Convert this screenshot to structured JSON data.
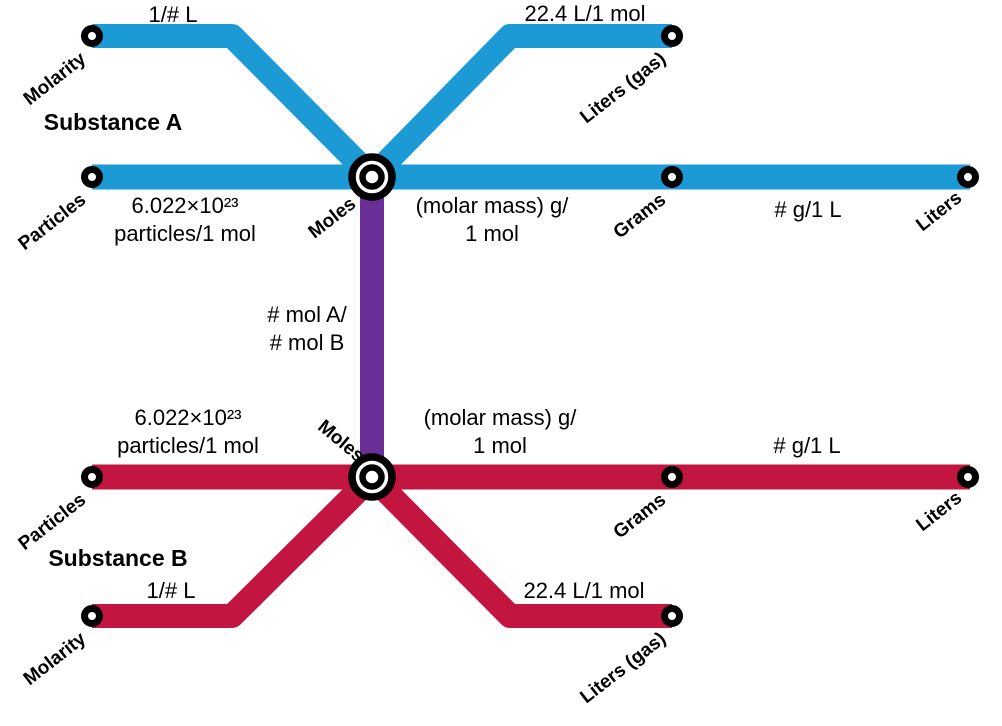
{
  "diagram": {
    "colors": {
      "line_a": "#1b9ad5",
      "line_b": "#c2153f",
      "link": "#6a2f97"
    },
    "substance_a": {
      "title": "Substance A",
      "stations": {
        "molarity": "Molarity",
        "particles": "Particles",
        "moles": "Moles",
        "grams": "Grams",
        "liters": "Liters",
        "liters_gas": "Liters (gas)"
      },
      "edges": {
        "molarity_moles": "1/# L",
        "moles_liters_gas": "22.4 L/1 mol",
        "particles_moles_line1": "6.022×10²³",
        "particles_moles_line2": "particles/1 mol",
        "moles_grams_line1": "(molar mass) g/",
        "moles_grams_line2": "1 mol",
        "grams_liters": "# g/1 L"
      }
    },
    "substance_b": {
      "title": "Substance B",
      "stations": {
        "molarity": "Molarity",
        "particles": "Particles",
        "moles": "Moles",
        "grams": "Grams",
        "liters": "Liters",
        "liters_gas": "Liters (gas)"
      },
      "edges": {
        "molarity_moles": "1/# L",
        "moles_liters_gas": "22.4 L/1 mol",
        "particles_moles_line1": "6.022×10²³",
        "particles_moles_line2": "particles/1 mol",
        "moles_grams_line1": "(molar mass) g/",
        "moles_grams_line2": "1 mol",
        "grams_liters": "# g/1 L"
      }
    },
    "link": {
      "line1": "# mol A/",
      "line2": "# mol B"
    }
  }
}
